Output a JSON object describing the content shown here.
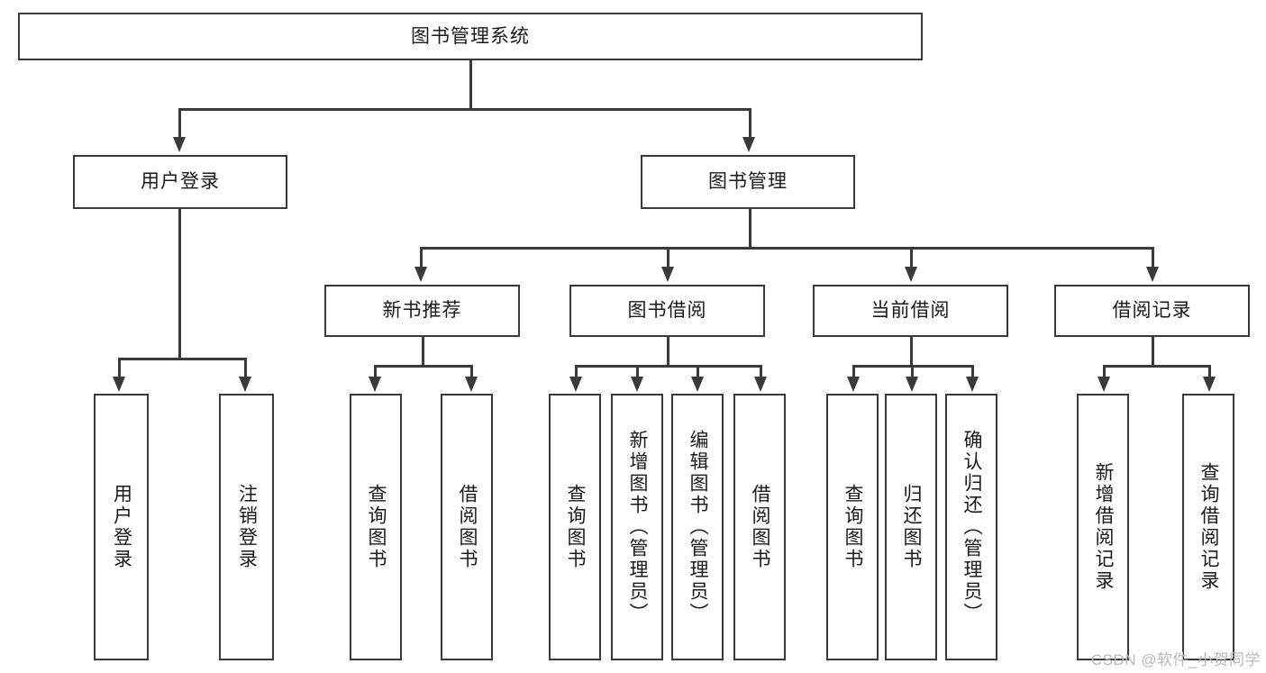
{
  "diagram": {
    "type": "tree",
    "title": "图书管理系统",
    "watermark": "CSDN @软件_小贺同学",
    "colors": {
      "line": "#3a3a3a",
      "box_fill": "#ffffff",
      "text": "#1a1a1a",
      "watermark": "#b9b9b9"
    },
    "levels": {
      "root": "图书管理系统",
      "level2": [
        "用户登录",
        "图书管理"
      ],
      "level3": [
        "新书推荐",
        "图书借阅",
        "当前借阅",
        "借阅记录"
      ]
    },
    "nodes": {
      "root": {
        "label": "图书管理系统"
      },
      "user_login": {
        "label": "用户登录"
      },
      "book_manage": {
        "label": "图书管理"
      },
      "new_book_rec": {
        "label": "新书推荐"
      },
      "book_borrow": {
        "label": "图书借阅"
      },
      "current_borrow": {
        "label": "当前借阅"
      },
      "borrow_record": {
        "label": "借阅记录"
      }
    },
    "leaves": {
      "user_login": [
        {
          "label": "用户登录"
        },
        {
          "label": "注销登录"
        }
      ],
      "new_book_rec": [
        {
          "label": "查询图书"
        },
        {
          "label": "借阅图书"
        }
      ],
      "book_borrow": [
        {
          "label": "查询图书"
        },
        {
          "label": "新增图书（管理员）"
        },
        {
          "label": "编辑图书（管理员）"
        },
        {
          "label": "借阅图书"
        }
      ],
      "current_borrow": [
        {
          "label": "查询图书"
        },
        {
          "label": "归还图书"
        },
        {
          "label": "确认归还（管理员）"
        }
      ],
      "borrow_record": [
        {
          "label": "新增借阅记录"
        },
        {
          "label": "查询借阅记录"
        }
      ]
    }
  }
}
